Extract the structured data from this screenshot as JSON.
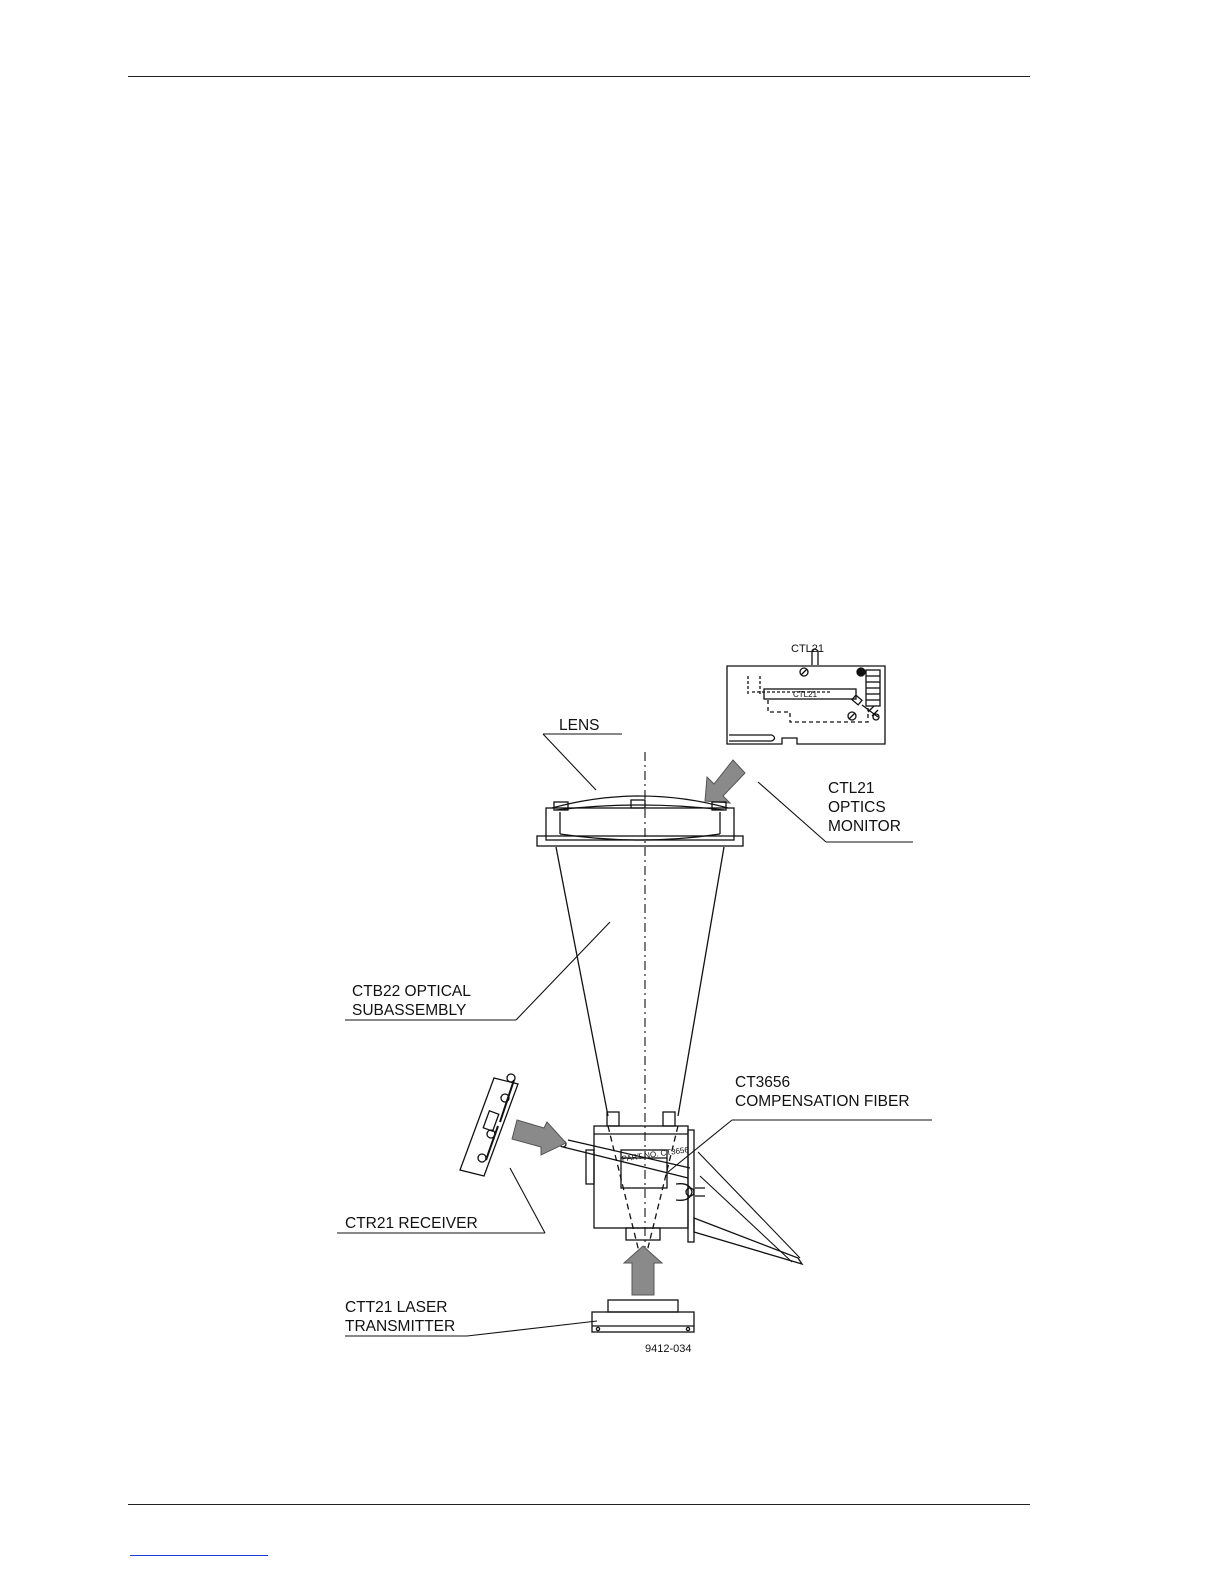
{
  "labels": {
    "lens": "LENS",
    "ctl21_top": "CTL21",
    "ctl21_board": "CTL21",
    "optics_monitor": [
      "CTL21",
      "OPTICS",
      "MONITOR"
    ],
    "optical_subassembly": [
      "CTB22 OPTICAL",
      "SUBASSEMBLY"
    ],
    "compensation_fiber": [
      "CT3656",
      "COMPENSATION FIBER"
    ],
    "receiver": "CTR21 RECEIVER",
    "transmitter": [
      "CTT21 LASER",
      "TRANSMITTER"
    ],
    "figure_id": "9412-034"
  },
  "colors": {
    "line": "#111111",
    "arrow_fill": "#8a8a8a",
    "footer_link": "#1a3fd8"
  }
}
